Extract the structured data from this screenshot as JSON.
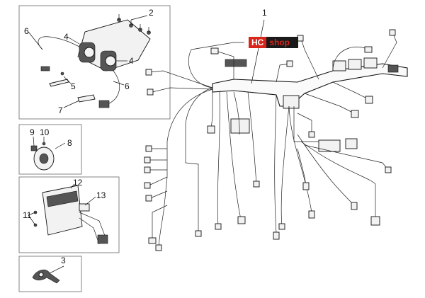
{
  "callouts": [
    "1",
    "2",
    "3",
    "4",
    "4",
    "5",
    "6",
    "6",
    "7",
    "8",
    "9",
    "10",
    "11",
    "12",
    "13"
  ],
  "logo": {
    "part1": "HC",
    "part2": "shop"
  },
  "colors": {
    "brand_red": "#d8261c",
    "brand_dark": "#1a1a1a"
  }
}
